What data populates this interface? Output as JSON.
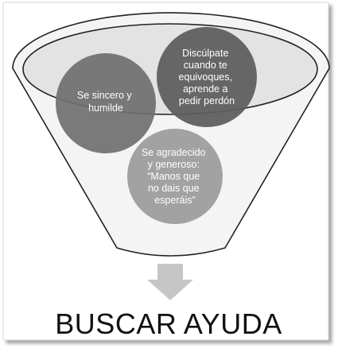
{
  "diagram": {
    "type": "funnel",
    "items": [
      {
        "id": "humble",
        "lines": [
          "Se sincero y",
          "humilde"
        ],
        "color": "#6f6f6f"
      },
      {
        "id": "apologize",
        "lines": [
          "Discúlpate",
          "cuando te",
          "equivoques,",
          "aprende a",
          "pedir perdón"
        ],
        "color": "#5e5e5e"
      },
      {
        "id": "grateful",
        "lines": [
          "Se agradecido",
          "y generoso:",
          "“Manos que",
          "no dais que",
          "esperáis”"
        ],
        "color": "#9d9d9d"
      }
    ],
    "result": "BUSCAR AYUDA",
    "colors": {
      "funnel_fill": "#f4f4f4",
      "funnel_stroke": "#222222",
      "rim_fill": "#e3e3e3",
      "arrow_fill": "#c6c6c6"
    }
  }
}
